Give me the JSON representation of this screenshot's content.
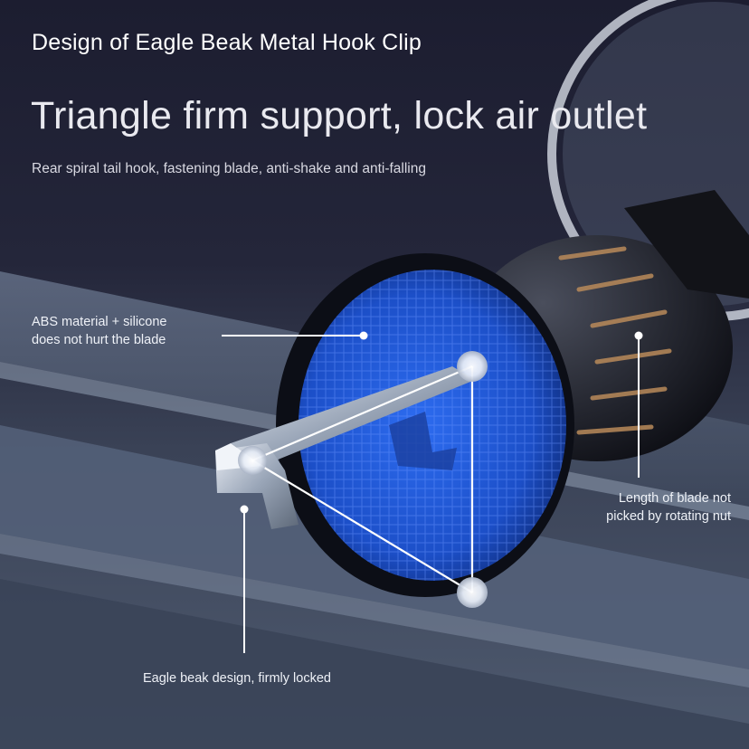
{
  "headline": "Design of Eagle Beak Metal Hook Clip",
  "title": "Triangle firm support, lock air outlet",
  "subtitle": "Rear spiral tail hook, fastening blade, anti-shake and anti-falling",
  "callouts": {
    "material": "ABS material + silicone\ndoes not hurt the blade",
    "blade_length": "Length of blade not\npicked by rotating nut",
    "eagle_beak": "Eagle beak design, firmly locked"
  },
  "colors": {
    "background_top": "#1c1d30",
    "vent_blue": "#1f56d6",
    "accent_white": "#ffffff"
  }
}
